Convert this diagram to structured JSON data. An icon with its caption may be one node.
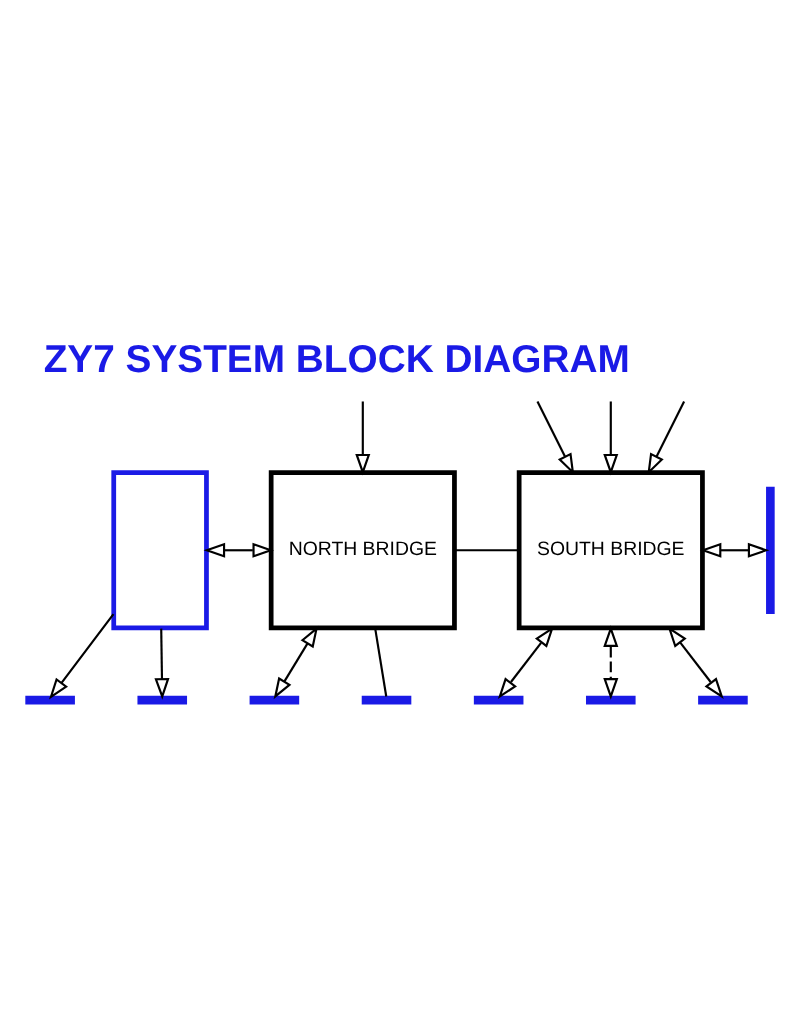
{
  "diagram": {
    "title": "ZY7 SYSTEM BLOCK DIAGRAM",
    "nodes": [
      {
        "text": [],
        "shape": "box"
      },
      {
        "text": [
          "NORTH BRIDGE"
        ]
      },
      {
        "text": [
          "SOUTH BRIDGE"
        ]
      },
      {
        "text": [],
        "shape": "bar"
      },
      {
        "text": [],
        "shape": "bar"
      },
      {
        "text": [],
        "shape": "bar"
      },
      {
        "text": [],
        "shape": "bar"
      },
      {
        "text": [],
        "shape": "bar"
      },
      {
        "text": [],
        "shape": "bar"
      },
      {
        "text": [],
        "shape": "bar"
      },
      {
        "text": [],
        "shape": "bar"
      }
    ],
    "edges": [
      {
        "from": 0,
        "to": 1,
        "arrow": "both"
      },
      {
        "from": 0,
        "to": 3,
        "arrow": "to"
      },
      {
        "from": 0,
        "to": 4,
        "arrow": "to"
      },
      {
        "from": 1,
        "to": 2,
        "arrow": "none"
      },
      {
        "from": 1,
        "to": 5,
        "arrow": "both"
      },
      {
        "from": 1,
        "to": 6,
        "arrow": "none"
      },
      {
        "from": 2,
        "to": 7,
        "arrow": "both"
      },
      {
        "from": 2,
        "to": 8,
        "arrow": "both",
        "style": "dashed"
      },
      {
        "from": 2,
        "to": 9,
        "arrow": "both"
      },
      {
        "from": 2,
        "to": 10,
        "arrow": "both"
      },
      {
        "from": null,
        "to": 1,
        "arrow": "to"
      },
      {
        "from": null,
        "to": 2,
        "arrow": "to"
      },
      {
        "from": null,
        "to": 2,
        "arrow": "to"
      },
      {
        "from": null,
        "to": 2,
        "arrow": "to"
      }
    ]
  }
}
